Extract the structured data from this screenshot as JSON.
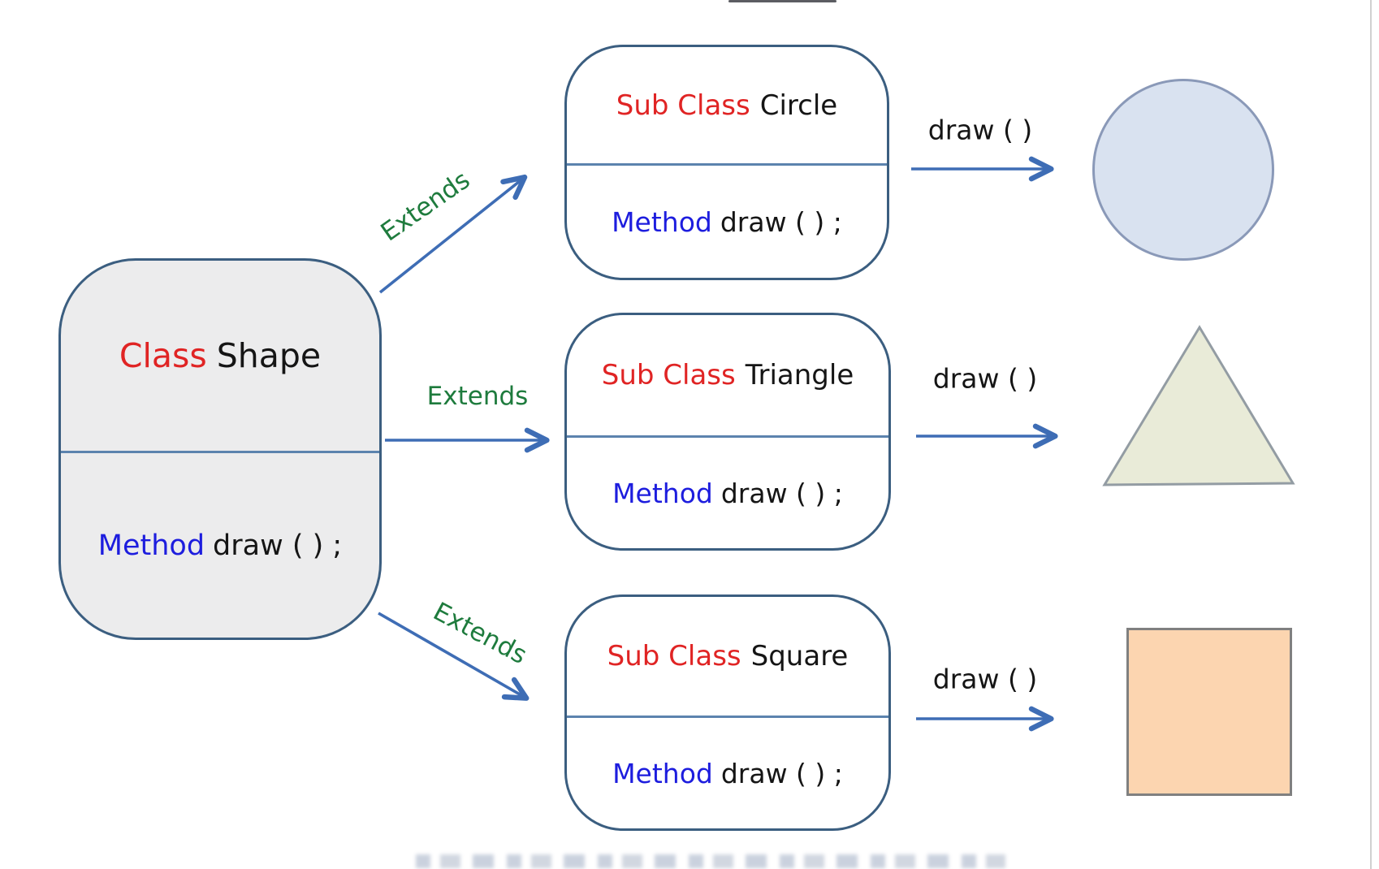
{
  "diagram": {
    "base_class": {
      "keyword": "Class",
      "name": "Shape",
      "method_keyword": "Method",
      "method_signature": "draw ( ) ;"
    },
    "subclasses": [
      {
        "keyword": "Sub Class",
        "name": "Circle",
        "method_keyword": "Method",
        "method_signature": "draw ( ) ;",
        "extends_label": "Extends",
        "draw_label": "draw ( )",
        "result_shape": "circle"
      },
      {
        "keyword": "Sub Class",
        "name": "Triangle",
        "method_keyword": "Method",
        "method_signature": "draw ( ) ;",
        "extends_label": "Extends",
        "draw_label": "draw ( )",
        "result_shape": "triangle"
      },
      {
        "keyword": "Sub Class",
        "name": "Square",
        "method_keyword": "Method",
        "method_signature": "draw ( ) ;",
        "extends_label": "Extends",
        "draw_label": "draw ( )",
        "result_shape": "square"
      }
    ],
    "colors": {
      "keyword_red": "#E02424",
      "method_blue": "#1D1DDE",
      "text_black": "#151515",
      "extends_green": "#1E7B3D",
      "arrow_blue": "#3E6DB5",
      "box_border_blue": "#3B5E80",
      "divider_blue": "#5C83AE",
      "base_box_fill": "#ECECED",
      "circle_fill": "#D9E2F0",
      "circle_stroke": "#8A99B8",
      "triangle_fill": "#E9EBD8",
      "triangle_stroke": "#939CA3",
      "square_fill": "#FCD5B0",
      "square_stroke": "#808080"
    }
  }
}
